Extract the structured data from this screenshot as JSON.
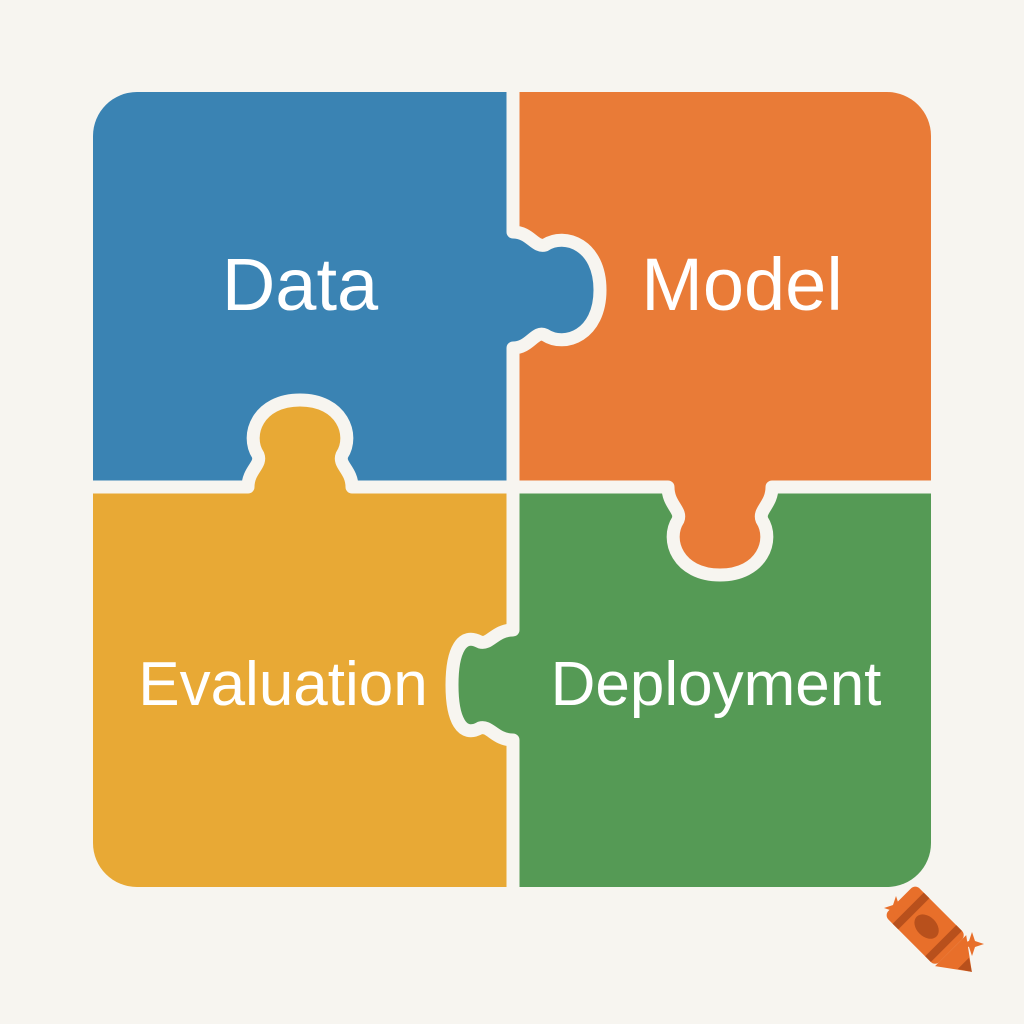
{
  "colors": {
    "background": "#f7f5f0",
    "data": "#3a83b3",
    "model": "#e97b37",
    "evaluation": "#e8a935",
    "deployment": "#559a55",
    "crayon": "#e86f2a",
    "crayon_dark": "#b8501c",
    "sparkle": "#e86f2a"
  },
  "pieces": {
    "data": {
      "label": "Data"
    },
    "model": {
      "label": "Model"
    },
    "evaluation": {
      "label": "Evaluation"
    },
    "deployment": {
      "label": "Deployment"
    }
  },
  "logo": {
    "icon": "crayon-icon"
  }
}
